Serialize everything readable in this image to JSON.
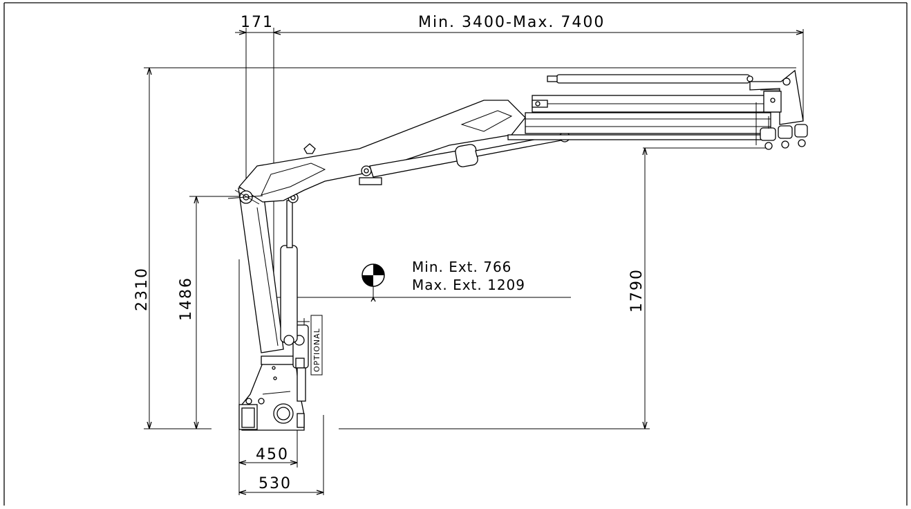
{
  "dimensions": {
    "offset_top": "171",
    "reach": "Min. 3400-Max. 7400",
    "total_height": "2310",
    "pillar_height": "1486",
    "hook_height": "1790",
    "base_width_inner": "450",
    "base_width_outer": "530"
  },
  "center_of_gravity": {
    "min_ext": "Min. Ext. 766",
    "max_ext": "Max. Ext. 1209"
  },
  "optional_label": "OPTIONAL",
  "colors": {
    "line": "#000000",
    "background": "#ffffff"
  }
}
